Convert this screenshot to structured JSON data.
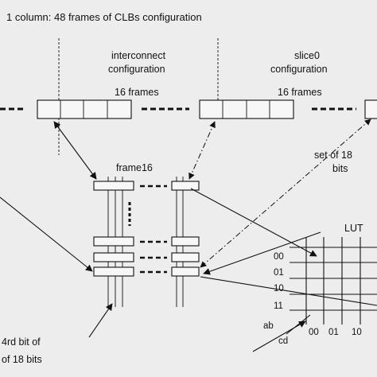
{
  "header": {
    "title": "1 column: 48 frames of CLBs configuration"
  },
  "blocks": {
    "interconnect": {
      "line1": "interconnect",
      "line2": "configuration",
      "frames": "16 frames"
    },
    "slice0": {
      "line1": "slice0",
      "line2": "configuration",
      "frames": "16 frames"
    }
  },
  "frame_label": "frame16",
  "set_label": {
    "line1": "set of 18",
    "line2": "bits"
  },
  "bit_label": {
    "line1": "4rd bit of",
    "line2": "of 18 bits"
  },
  "lut": {
    "title": "LUT",
    "rows": [
      "00",
      "01",
      "10",
      "11"
    ],
    "cols": [
      "00",
      "01",
      "10"
    ],
    "row_axis": "ab",
    "col_axis": "cd"
  }
}
